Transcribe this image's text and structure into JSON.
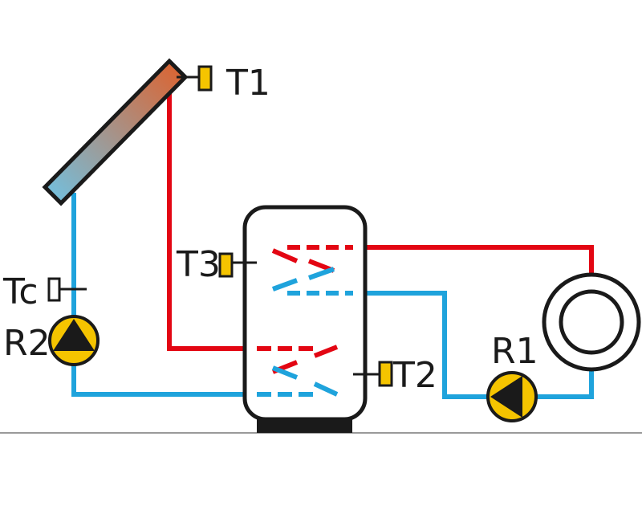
{
  "labels": {
    "t1": "T1",
    "t2": "T2",
    "t3": "T3",
    "tc": "Tc",
    "r1": "R1",
    "r2": "R2"
  },
  "colors": {
    "hot": "#e30613",
    "cold": "#1fa3dc",
    "sensor": "#f5c400",
    "pump": "#f5c400",
    "outline": "#1a1a1a",
    "ground": "#9a9a9a",
    "collector_top": "#e0602a",
    "collector_bottom": "#6fc3e4"
  },
  "icons": {
    "collector": "solar-collector-icon",
    "tank": "storage-tank-icon",
    "boiler": "boiler-icon",
    "pump": "circulation-pump-icon",
    "sensor": "temperature-sensor-icon"
  }
}
